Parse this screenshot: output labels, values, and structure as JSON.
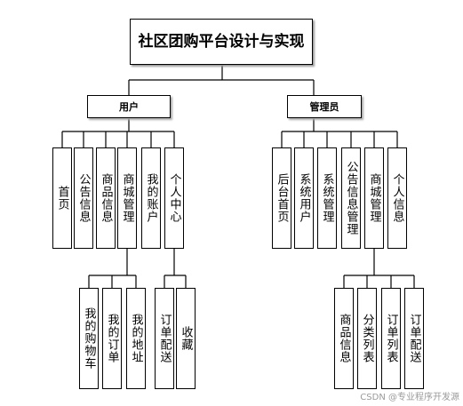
{
  "title": "社区团购平台设计与实现",
  "roles": {
    "user": {
      "label": "用户",
      "modules": [
        "首页",
        "公告信息",
        "商品信息",
        "商城管理",
        "我的账户",
        "个人中心"
      ],
      "mall_children": [
        "我的购物车",
        "我的订单",
        "我的地址"
      ],
      "personal_children": [
        "订单配送",
        "收藏"
      ]
    },
    "admin": {
      "label": "管理员",
      "modules": [
        "后台首页",
        "系统用户",
        "系统管理",
        "公告信息管理",
        "商城管理",
        "个人信息"
      ],
      "mall_children": [
        "商品信息",
        "分类列表",
        "订单列表",
        "订单配送"
      ]
    }
  },
  "watermark": "CSDN @专业程序开发源"
}
